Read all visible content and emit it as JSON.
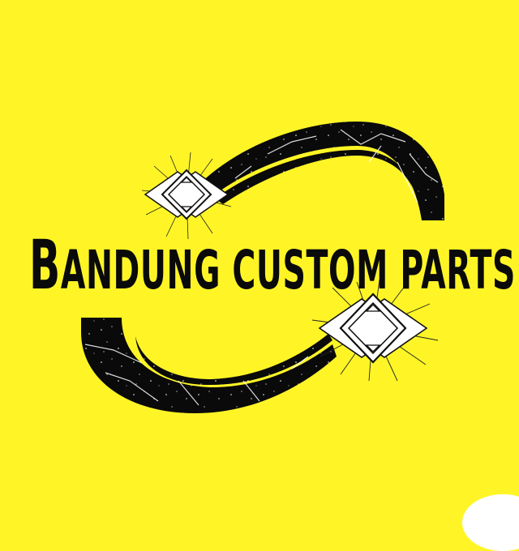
{
  "logo": {
    "text": "Bandung custom parts",
    "display_text": "BANDUNG CUSTOM PARTS",
    "first_letter": "B",
    "rest_text": "ANDUNG CUSTOM PARTS",
    "icons": [
      "swoosh-upper",
      "swoosh-lower",
      "diamond-gem-small",
      "diamond-gem-large",
      "sunburst-rays"
    ]
  },
  "colors": {
    "background": "#FFF526",
    "ink": "#0A0A0A",
    "gem_fill": "#FFFFFF",
    "crack": "#FFFFFF"
  }
}
